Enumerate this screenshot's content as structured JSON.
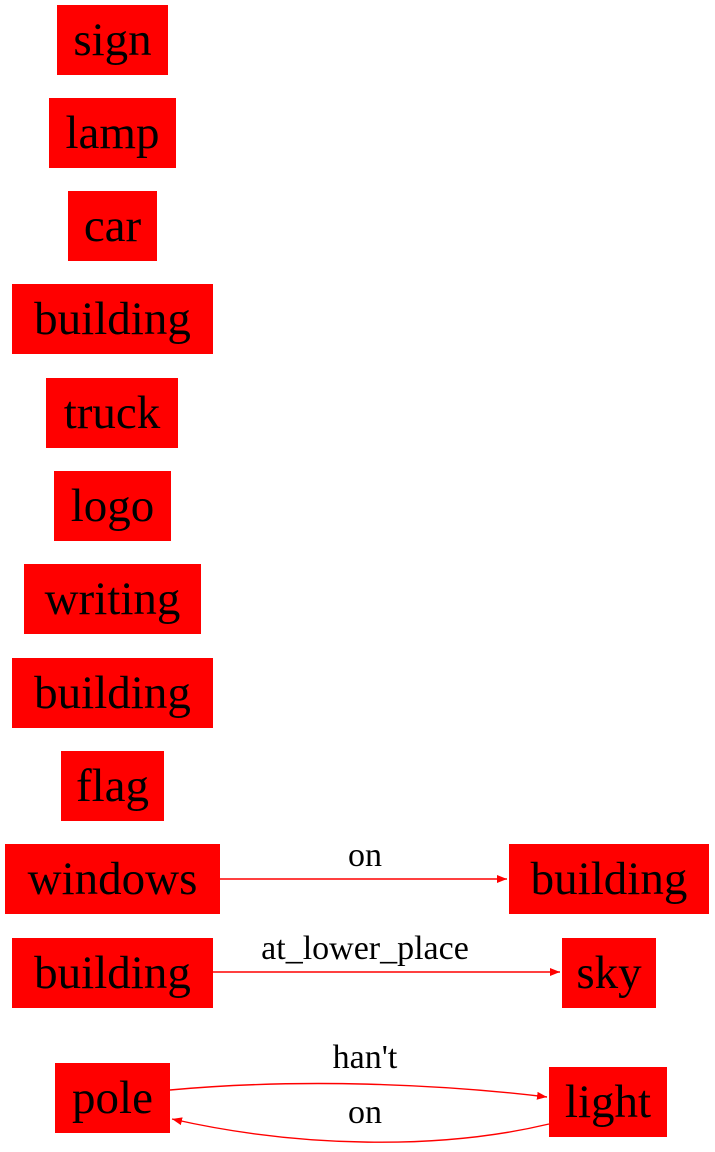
{
  "colors": {
    "node_fill": "#ff0000",
    "node_text": "#000000",
    "edge": "#ff0000",
    "edge_text": "#000000",
    "background": "#ffffff"
  },
  "nodes": [
    {
      "id": "n1",
      "label": "sign"
    },
    {
      "id": "n2",
      "label": "lamp"
    },
    {
      "id": "n3",
      "label": "car"
    },
    {
      "id": "n4",
      "label": "building"
    },
    {
      "id": "n5",
      "label": "truck"
    },
    {
      "id": "n6",
      "label": "logo"
    },
    {
      "id": "n7",
      "label": "writing"
    },
    {
      "id": "n8",
      "label": "building"
    },
    {
      "id": "n9",
      "label": "flag"
    },
    {
      "id": "n10",
      "label": "windows"
    },
    {
      "id": "n11",
      "label": "building"
    },
    {
      "id": "n12",
      "label": "building"
    },
    {
      "id": "n13",
      "label": "sky"
    },
    {
      "id": "n14",
      "label": "pole"
    },
    {
      "id": "n15",
      "label": "light"
    }
  ],
  "edges": [
    {
      "id": "e1",
      "from": "n10",
      "to": "n11",
      "label": "on"
    },
    {
      "id": "e2",
      "from": "n12",
      "to": "n13",
      "label": "at_lower_place"
    },
    {
      "id": "e3",
      "from": "n14",
      "to": "n15",
      "label": "han't"
    },
    {
      "id": "e4",
      "from": "n15",
      "to": "n14",
      "label": "on"
    }
  ]
}
